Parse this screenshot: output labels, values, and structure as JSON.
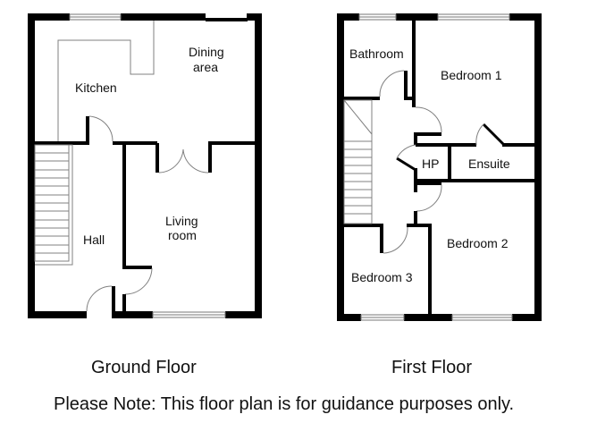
{
  "ground_floor": {
    "title": "Ground Floor",
    "rooms": {
      "kitchen": "Kitchen",
      "dining_line1": "Dining",
      "dining_line2": "area",
      "hall": "Hall",
      "living_line1": "Living",
      "living_line2": "room"
    }
  },
  "first_floor": {
    "title": "First Floor",
    "rooms": {
      "bathroom": "Bathroom",
      "bedroom1": "Bedroom 1",
      "hp": "HP",
      "ensuite": "Ensuite",
      "bedroom2": "Bedroom 2",
      "bedroom3": "Bedroom 3"
    }
  },
  "footer": {
    "note": "Please Note: This floor plan is for guidance purposes only."
  },
  "colors": {
    "wall": "#000000",
    "fixture_line": "#808080",
    "background": "#ffffff"
  }
}
